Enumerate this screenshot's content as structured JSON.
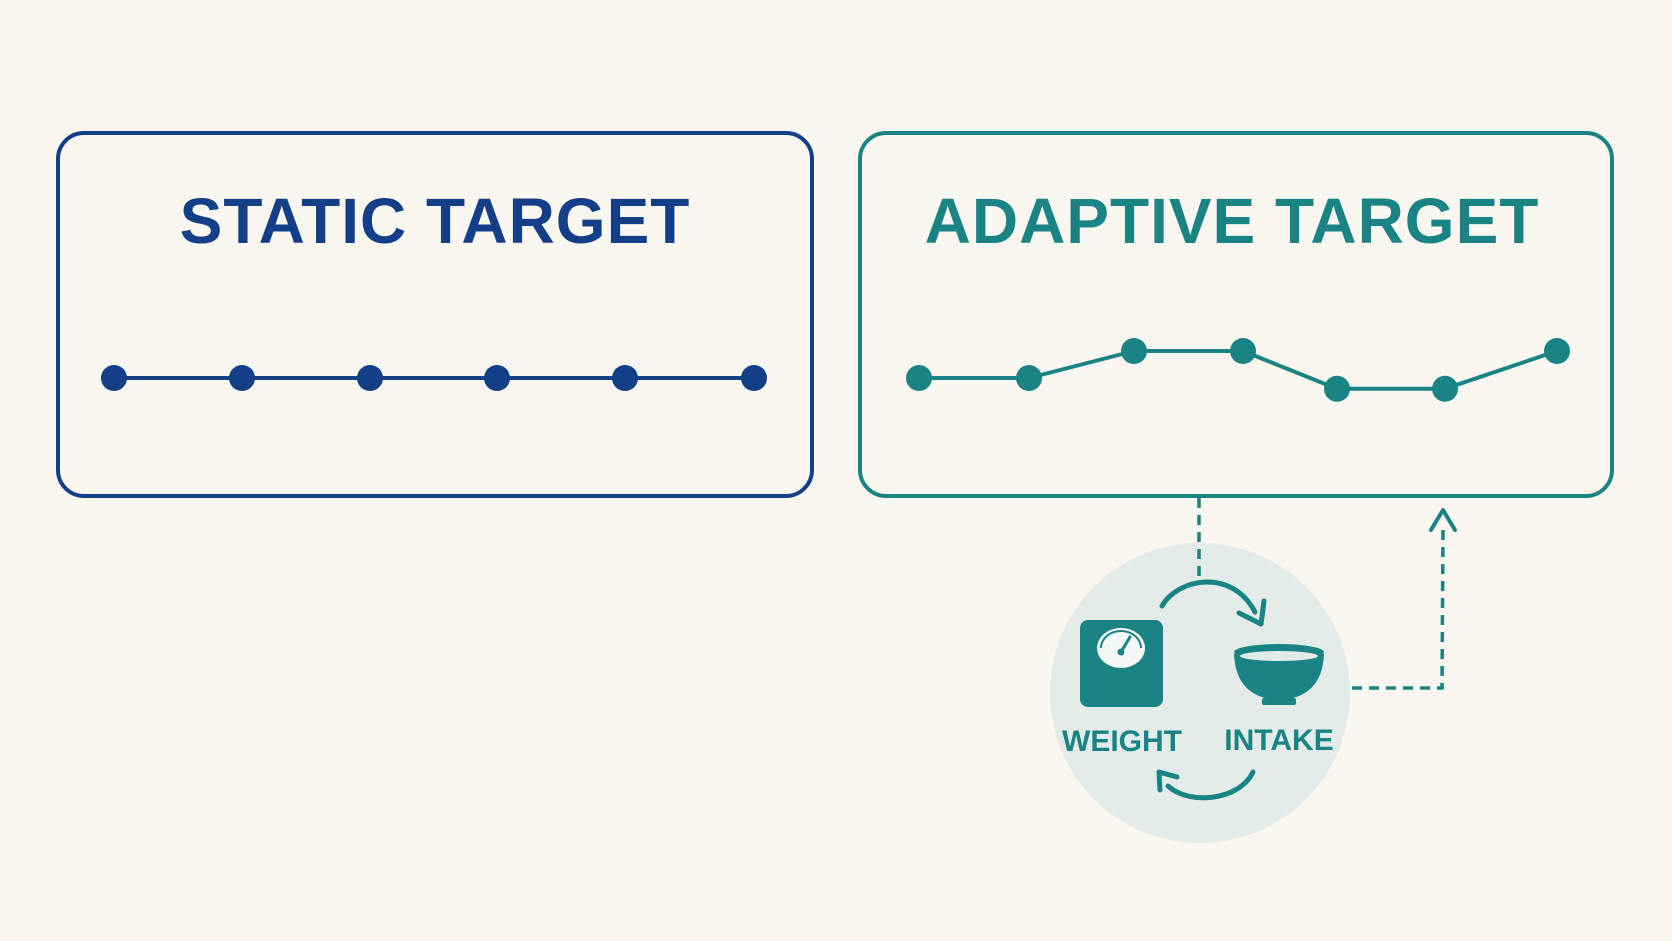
{
  "static_panel": {
    "title": "STATIC TARGET",
    "color": "#123f87",
    "levels": [
      0,
      0,
      0,
      0,
      0,
      0
    ]
  },
  "adaptive_panel": {
    "title": "ADAPTIVE TARGET",
    "color": "#1a8383",
    "levels": [
      0,
      0,
      1,
      1,
      -0.4,
      -0.4,
      1
    ]
  },
  "feedback_cycle": {
    "weight_label": "WEIGHT",
    "intake_label": "INTAKE",
    "weight_icon": "scale-icon",
    "intake_icon": "bowl-icon",
    "circle_color": "#e3ece8",
    "accent": "#1a8383"
  }
}
